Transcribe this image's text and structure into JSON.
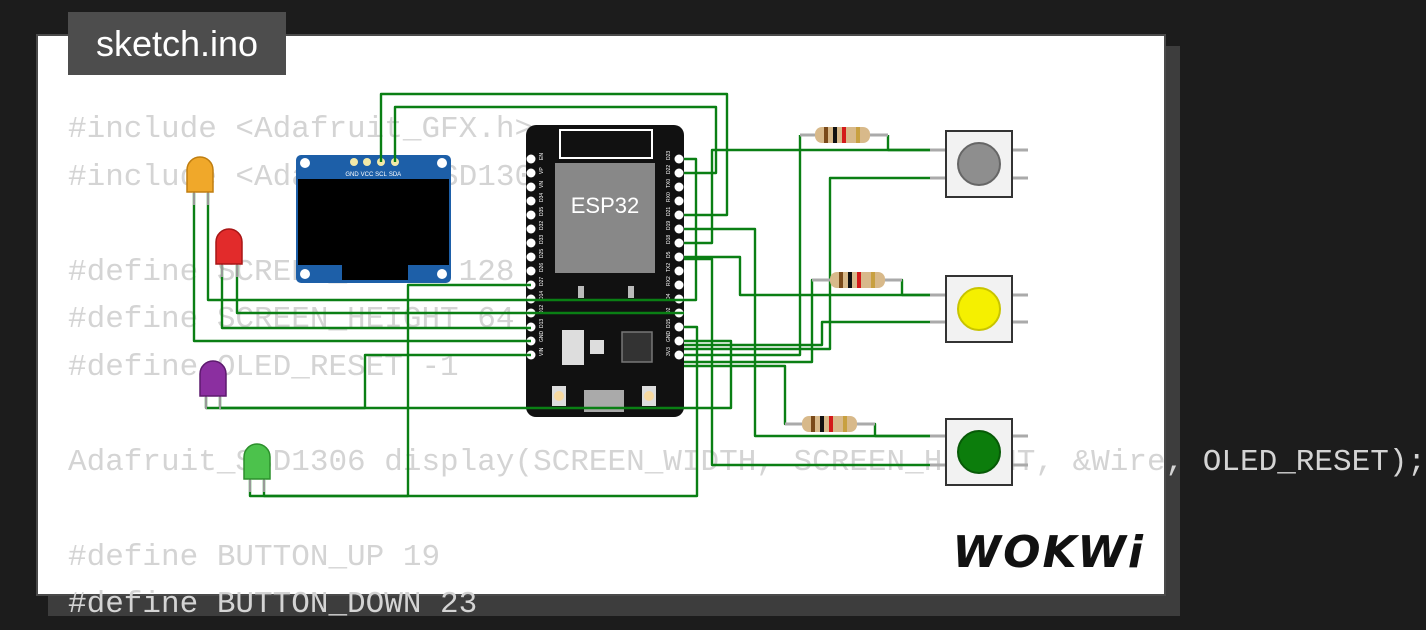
{
  "file_tab": {
    "label": "sketch.ino"
  },
  "code_lines": [
    "#include <Adafruit_GFX.h>",
    "#include <Adafruit_SSD1306.h>",
    "",
    "#define SCREEN_WIDTH 128",
    "#define SCREEN_HEIGHT 64",
    "#define OLED_RESET -1",
    "",
    "Adafruit_SSD1306 display(SCREEN_WIDTH, SCREEN_HEIGHT, &Wire, OLED_RESET);",
    "",
    "#define BUTTON_UP 19",
    "#define BUTTON_DOWN 23"
  ],
  "brand": {
    "label": "WOKWi"
  },
  "esp32": {
    "chip_label": "ESP32",
    "left_pins": [
      "EN",
      "VP",
      "VN",
      "D34",
      "D35",
      "D32",
      "D33",
      "D25",
      "D26",
      "D27",
      "D14",
      "D12",
      "D13",
      "GND",
      "VIN"
    ],
    "right_pins": [
      "D23",
      "D22",
      "TX0",
      "RX0",
      "D21",
      "D19",
      "D18",
      "D5",
      "TX2",
      "RX2",
      "D4",
      "D2",
      "D15",
      "GND",
      "3V3"
    ]
  },
  "oled": {
    "pins": [
      "GND",
      "VCC",
      "SCL",
      "SDA"
    ]
  },
  "colors": {
    "wire": "#0a7f14",
    "led_orange": "#f0a82a",
    "led_red": "#e22b2b",
    "led_purple": "#8b2fa0",
    "led_green": "#4cc24c",
    "button_gray": "#8e8e8e",
    "button_yellow": "#f5f000",
    "button_green": "#0c7d0c",
    "board": "#111111",
    "oled_pcb": "#1d5fa8"
  },
  "icons": [
    "led",
    "pushbutton",
    "resistor",
    "oled-display",
    "esp32-board"
  ]
}
